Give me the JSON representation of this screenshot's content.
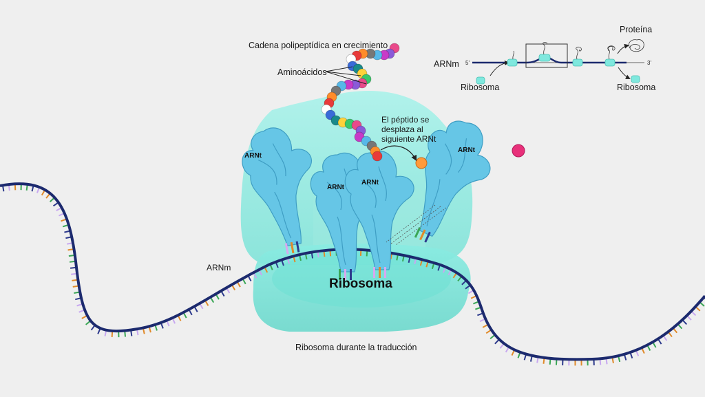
{
  "labels": {
    "chain": "Cadena polipeptídica en crecimiento",
    "amino": "Aminoácidos",
    "peptide_line1": "El péptido se",
    "peptide_line2": "desplaza al",
    "peptide_line3": "siguiente ARNt",
    "mrna_main": "ARNm",
    "ribosome_main": "Ribosoma",
    "caption": "Ribosoma durante la traducción",
    "trna": "ARNt"
  },
  "inset": {
    "mrna": "ARNm",
    "five_prime": "5'",
    "three_prime": "3'",
    "ribosome_left": "Ribosoma",
    "ribosome_right": "Ribosoma",
    "protein": "Proteína"
  },
  "colors": {
    "background": "#efefef",
    "ribosome": "#7fe8de",
    "trna": "#6cc8e6",
    "mrna_backbone": "#1c2a6e",
    "codon_colors": [
      "#2d3a8c",
      "#3aa655",
      "#e08a2a",
      "#c8a8f0"
    ],
    "bead_colors": [
      "#e94a8a",
      "#ff8c2a",
      "#ffd23a",
      "#57b8e8",
      "#3a6ad8",
      "#8a5ad8",
      "#e83a3a",
      "#3ac86a",
      "#777777",
      "#1a8a8a",
      "#c83ac8",
      "#ffffff"
    ]
  }
}
